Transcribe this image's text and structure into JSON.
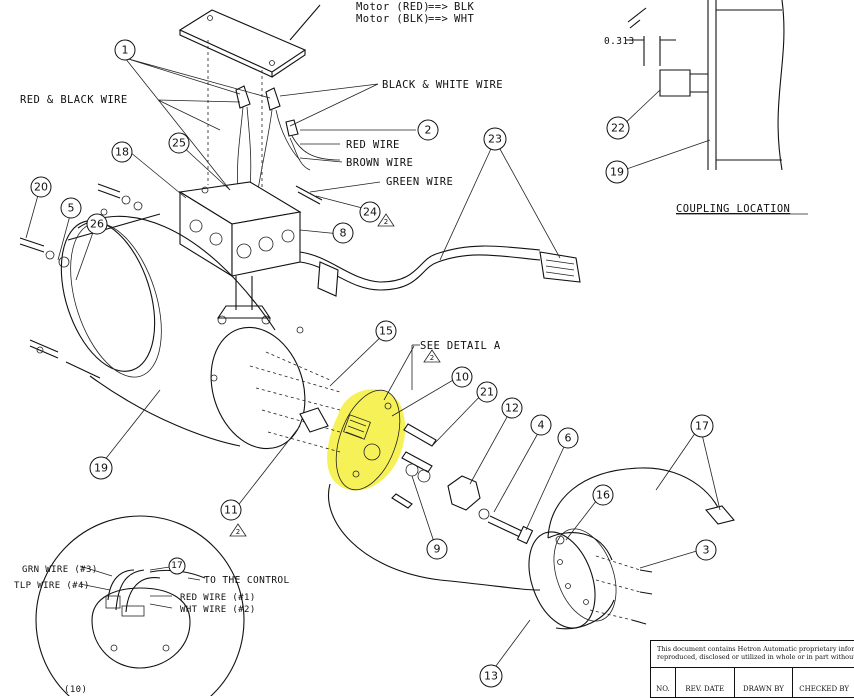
{
  "labels": {
    "motor_red": "Motor (RED)",
    "motor_blk": "Motor (BLK)",
    "blk": "BLK",
    "wht": "WHT",
    "red_black_wire": "RED & BLACK WIRE",
    "black_white_wire": "BLACK & WHITE WIRE",
    "red_wire": "RED WIRE",
    "brown_wire": "BROWN WIRE",
    "green_wire": "GREEN WIRE",
    "see_detail_a": "SEE DETAIL A",
    "coupling_location": "COUPLING LOCATION",
    "dimension": "0.313",
    "grn_wire": "GRN WIRE (#3)",
    "tlp_wire": "TLP WIRE (#4)",
    "red_wire_detail": "RED WIRE (#1)",
    "wht_wire_detail": "WHT WIRE (#2)",
    "to_the_control": "TO THE CONTROL",
    "detail_ref": "(10)",
    "triangle_2": "2"
  },
  "callouts": [
    "1",
    "2",
    "3",
    "4",
    "5",
    "6",
    "8",
    "9",
    "10",
    "11",
    "12",
    "13",
    "15",
    "16",
    "17",
    "18",
    "19",
    "19",
    "20",
    "21",
    "22",
    "23",
    "24",
    "25",
    "26",
    "17"
  ],
  "title_block": {
    "notice_line1": "This document contains Hetron Automatic proprietary information",
    "notice_line2": "reproduced, disclosed or utilized in whole or in part without written",
    "col_no": "NO.",
    "col_rev_date": "REV. DATE",
    "col_drawn_by": "DRAWN BY",
    "col_checked_by": "CHECKED BY"
  },
  "colors": {
    "highlight": "#f5ee3a",
    "ink": "#111111"
  }
}
